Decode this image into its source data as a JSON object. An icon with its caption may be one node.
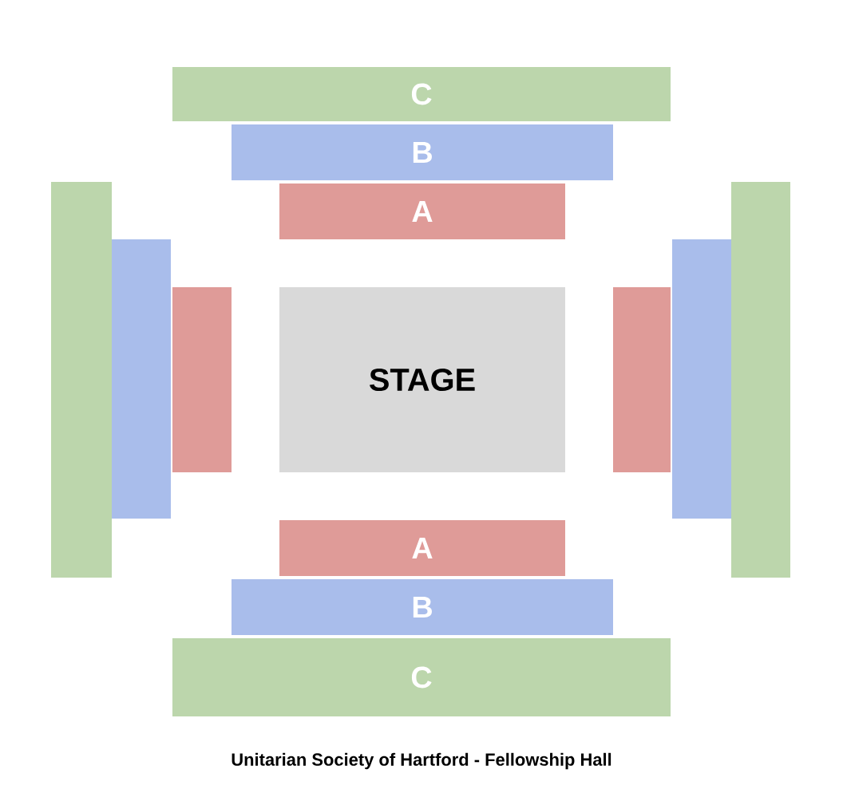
{
  "diagram": {
    "caption": "Unitarian Society of Hartford - Fellowship Hall",
    "nodes": [
      {
        "text": [
          "C"
        ]
      },
      {
        "text": [
          "B"
        ]
      },
      {
        "text": [
          "A"
        ]
      },
      {
        "text": [],
        "shape": "box"
      },
      {
        "text": [],
        "shape": "box"
      },
      {
        "text": [],
        "shape": "box"
      },
      {
        "text": [
          "STAGE"
        ]
      },
      {
        "text": [],
        "shape": "box"
      },
      {
        "text": [],
        "shape": "box"
      },
      {
        "text": [],
        "shape": "box"
      },
      {
        "text": [
          "A"
        ]
      },
      {
        "text": [
          "B"
        ]
      },
      {
        "text": [
          "C"
        ]
      }
    ]
  }
}
